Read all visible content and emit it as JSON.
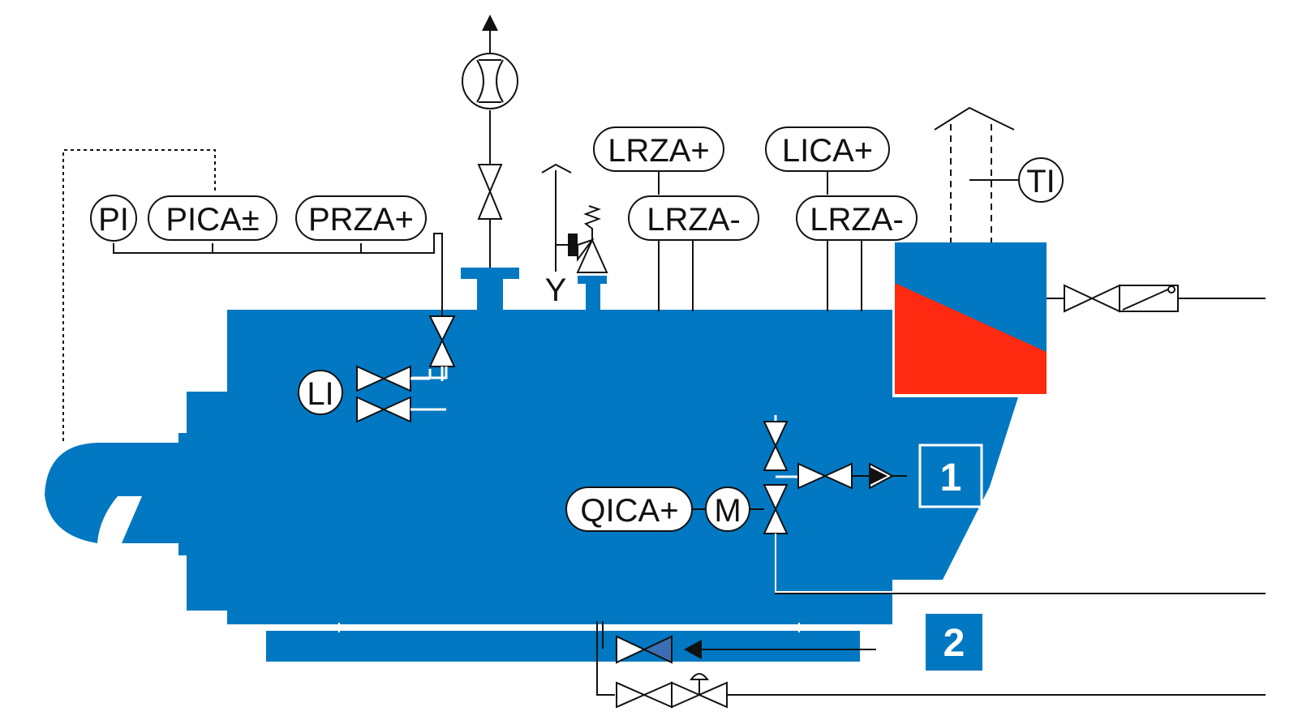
{
  "colors": {
    "vessel": "#0178c1",
    "vessel_outline": "#0061a0",
    "hot_section": "#ff2a10",
    "line": "#111111",
    "pipe_inner": "#ffffff",
    "valve_fill_dark": "#3a6fb3"
  },
  "tags": {
    "pi": "PI",
    "pica": "PICA±",
    "prza": "PRZA+",
    "lrza_plus": "LRZA+",
    "lrza_minus_1": "LRZA-",
    "lica": "LICA+",
    "lrza_minus_2": "LRZA-",
    "ti": "TI",
    "li": "LI",
    "qica": "QICA+",
    "motor": "M",
    "y_label": "Y"
  },
  "zones": {
    "zone1": "1",
    "zone2": "2"
  },
  "icons": [
    "flow-meter-icon",
    "gate-valve-icon",
    "safety-valve-icon",
    "control-valve-icon",
    "check-valve-icon",
    "actuator-icon"
  ]
}
